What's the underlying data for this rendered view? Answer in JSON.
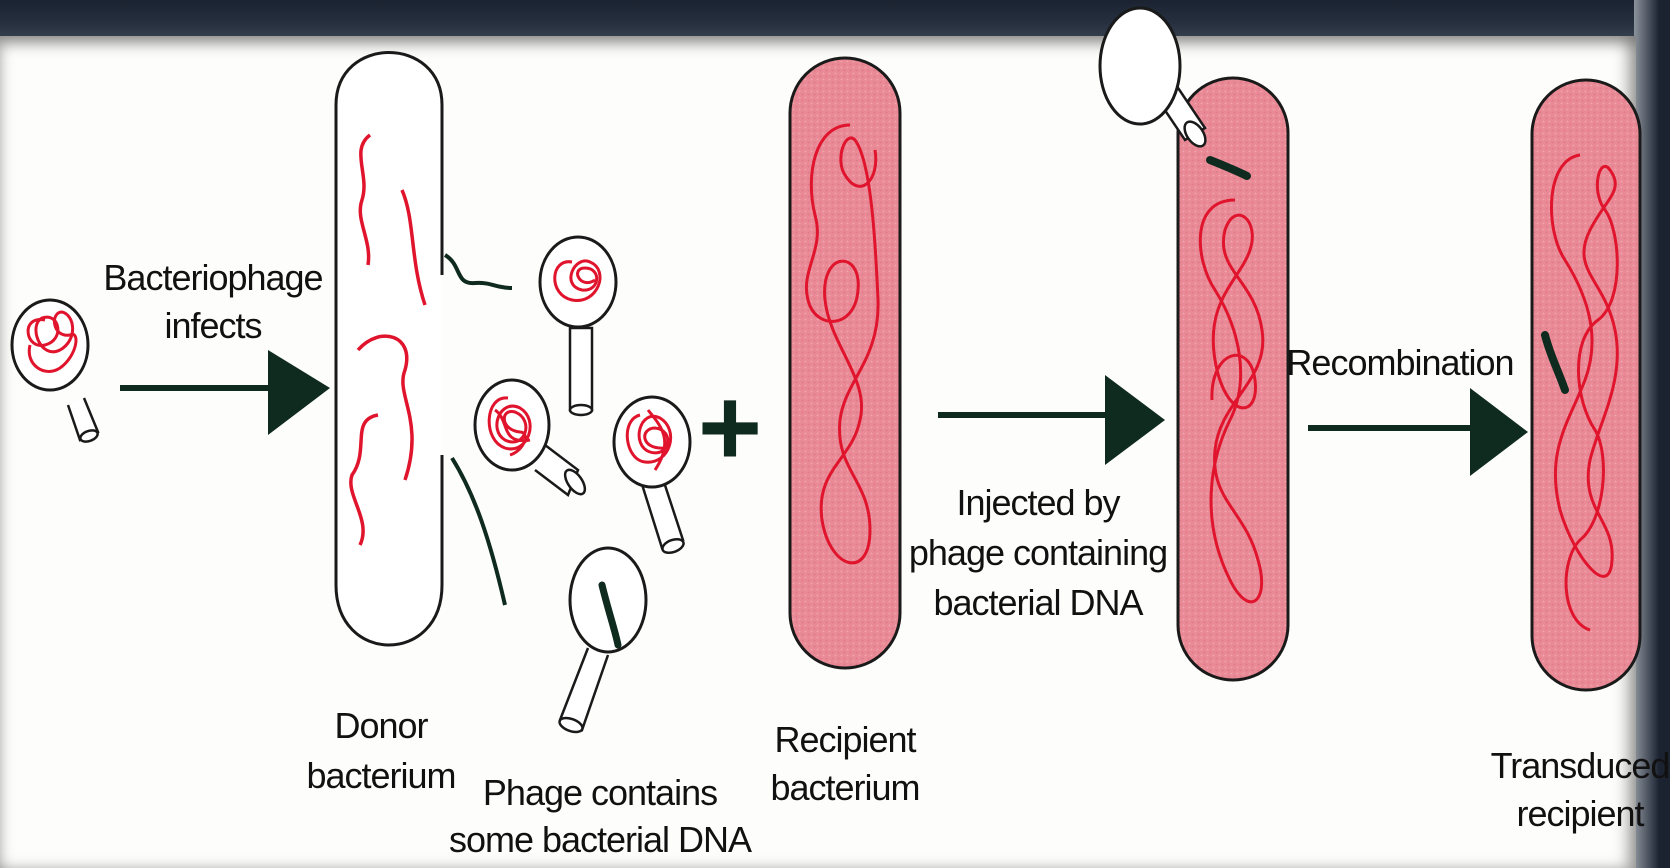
{
  "diagram": {
    "labels": {
      "bacteriophage_infects": [
        "Bacteriophage",
        "infects"
      ],
      "donor": [
        "Donor",
        "bacterium"
      ],
      "phage_contains": [
        "Phage contains",
        "some bacterial DNA"
      ],
      "plus": "+",
      "recipient": [
        "Recipient",
        "bacterium"
      ],
      "injected": [
        "Injected by",
        "phage containing",
        "bacterial DNA"
      ],
      "recombination": "Recombination",
      "transduced": [
        "Transduced",
        "recipient"
      ]
    },
    "colors": {
      "dna": "#e0142c",
      "bacterial_dna_fragment": "#0f2a1e",
      "arrow": "#0f2a1e",
      "cell_fill_pink": "#e98a96",
      "cell_outline": "#1a1a1a"
    }
  }
}
